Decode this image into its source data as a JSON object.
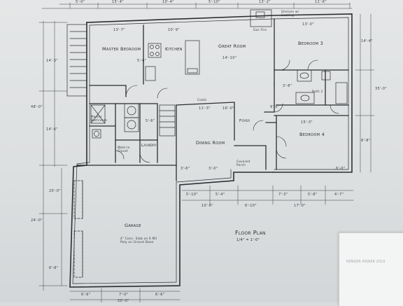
{
  "rooms": {
    "master_bedroom": "Master Bedroom",
    "kitchen": "Kitchen",
    "great_room": "Great Room",
    "bedroom_3": "Bedroom 3",
    "master_bathroom": "Master Bathroom",
    "walk_in_closet": "Walk-In Closet",
    "laundry": "Laundry",
    "dining_room": "Dining Room",
    "foyer": "Foyer",
    "covered_porch": "Covered Porch",
    "bedroom_4": "Bedroom 4",
    "bath_2": "Bath 2",
    "garage": "Garage",
    "gas_fire": "Gas Fire",
    "shelves_seating": "Shelves w/ Seating",
    "coats": "Coats"
  },
  "garage_note": "4\" Conc. Slab on 6 Mil Poly on Gravel Base",
  "title_block": {
    "title": "Floor Plan",
    "scale": "1/4\" = 1'-0\""
  },
  "dimensions": {
    "top": [
      "5'-0\"",
      "15'-4\"",
      "10'-4\"",
      "5'-10\"",
      "13'-2\"",
      "11'-6\""
    ],
    "master_bedroom": "13'-7\"",
    "kitchen": "10'-9\"",
    "bedroom_3": "13'-0\"",
    "bedroom_4": "15'-3\"",
    "dining_room": "11'-3\"",
    "great_room": "14'-10\"",
    "left": [
      "48'-0\"",
      "14'-3\"",
      "14'-6\"",
      "24'-0\"",
      "20'-0\"",
      "6'-8\""
    ],
    "right": [
      "35'-0\"",
      "14'-4\"",
      "8'-8\""
    ],
    "front": [
      "5'-10\"",
      "5'-4\"",
      "10'-8\"",
      "6'-10\"",
      "7'-3\"",
      "5'-8\"",
      "4'-7\"",
      "17'-0\""
    ],
    "bottom": [
      "6'-6\"",
      "7'-0\"",
      "6'-6\"",
      "20'-0\""
    ],
    "interior": [
      "5'-6\"",
      "16'-0\"",
      "3'-8\"",
      "5'-6\"",
      "9'-0\"",
      "3'-6\"",
      "3'-0\"",
      "6'-0\""
    ]
  },
  "overlay_card": {
    "text": "RENDER POWER 2019"
  },
  "colors": {
    "paper": "#e1e3e4",
    "ink": "#2a2c30",
    "overlay": "#f3f4f4"
  }
}
